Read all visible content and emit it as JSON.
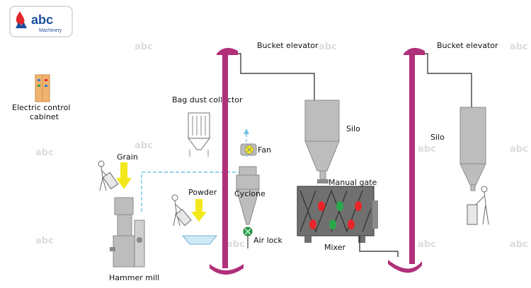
{
  "logo": {
    "brand": "abc",
    "subtitle": "Machinery",
    "watermark": "abc"
  },
  "labels": {
    "electric_cabinet_line1": "Electric control",
    "electric_cabinet_line2": "cabinet",
    "bag_dust_collector": "Bag dust collector",
    "grain": "Grain",
    "powder": "Powder",
    "fan": "Fan",
    "cyclone": "Cyclone",
    "air_lock": "Air lock",
    "hammer_mill": "Hammer mill",
    "bucket_elevator_1": "Bucket elevator",
    "bucket_elevator_2": "Bucket elevator",
    "silo_1": "Silo",
    "silo_2": "Silo",
    "manual_gate": "Manual gate",
    "mixer": "Mixer"
  },
  "colors": {
    "elevator": "#b0307a",
    "equipment": "#bdbdbd",
    "equipment_dark": "#8a8a8a",
    "arrow": "#f3e81c",
    "duct": "#6fc3e6",
    "red": "#e8262a",
    "green": "#2aa84a"
  }
}
